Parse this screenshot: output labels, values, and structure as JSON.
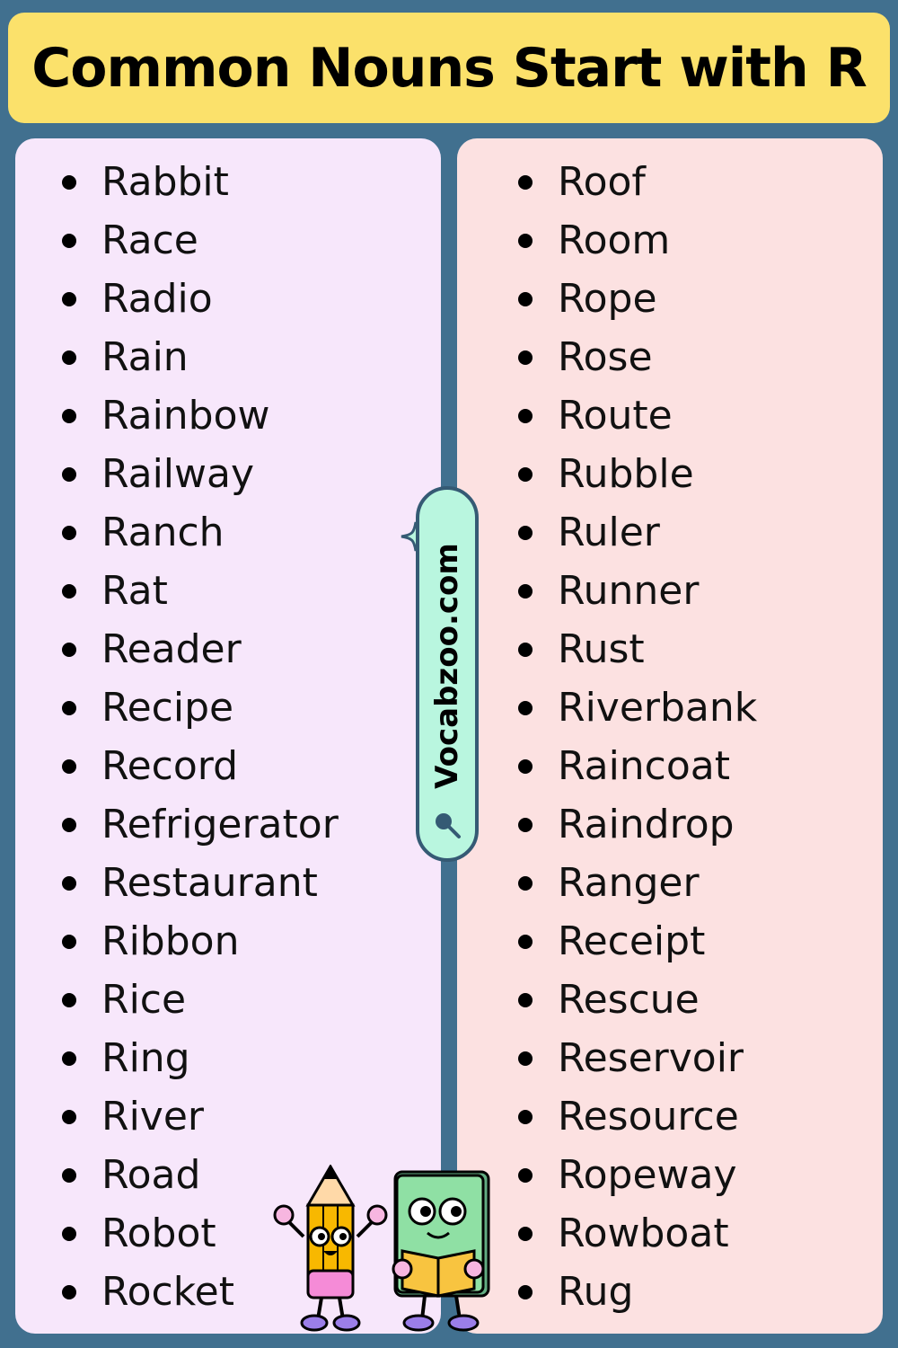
{
  "title": "Common Nouns Start with R",
  "site": "Vocabzoo.com",
  "colors": {
    "background": "#41708f",
    "title_bar": "#fbe16b",
    "left_panel": "#f7e7fb",
    "right_panel": "#fce1e1",
    "site_pill": "#b9f6df"
  },
  "left_words": [
    "Rabbit",
    "Race",
    "Radio",
    "Rain",
    "Rainbow",
    "Railway",
    "Ranch",
    "Rat",
    "Reader",
    "Recipe",
    "Record",
    "Refrigerator",
    "Restaurant",
    "Ribbon",
    "Rice",
    "Ring",
    "River",
    "Road",
    "Robot",
    "Rocket"
  ],
  "right_words": [
    "Roof",
    "Room",
    "Rope",
    "Rose",
    "Route",
    "Rubble",
    "Ruler",
    "Runner",
    "Rust",
    "Riverbank",
    "Raincoat",
    "Raindrop",
    "Ranger",
    "Receipt",
    "Rescue",
    "Reservoir",
    "Resource",
    "Ropeway",
    "Rowboat",
    "Rug"
  ],
  "icons": {
    "magnifier": "magnifier-icon",
    "sparkle": "sparkle-icon",
    "pencil_mascot": "pencil-mascot-icon",
    "book_mascot": "book-mascot-icon"
  }
}
